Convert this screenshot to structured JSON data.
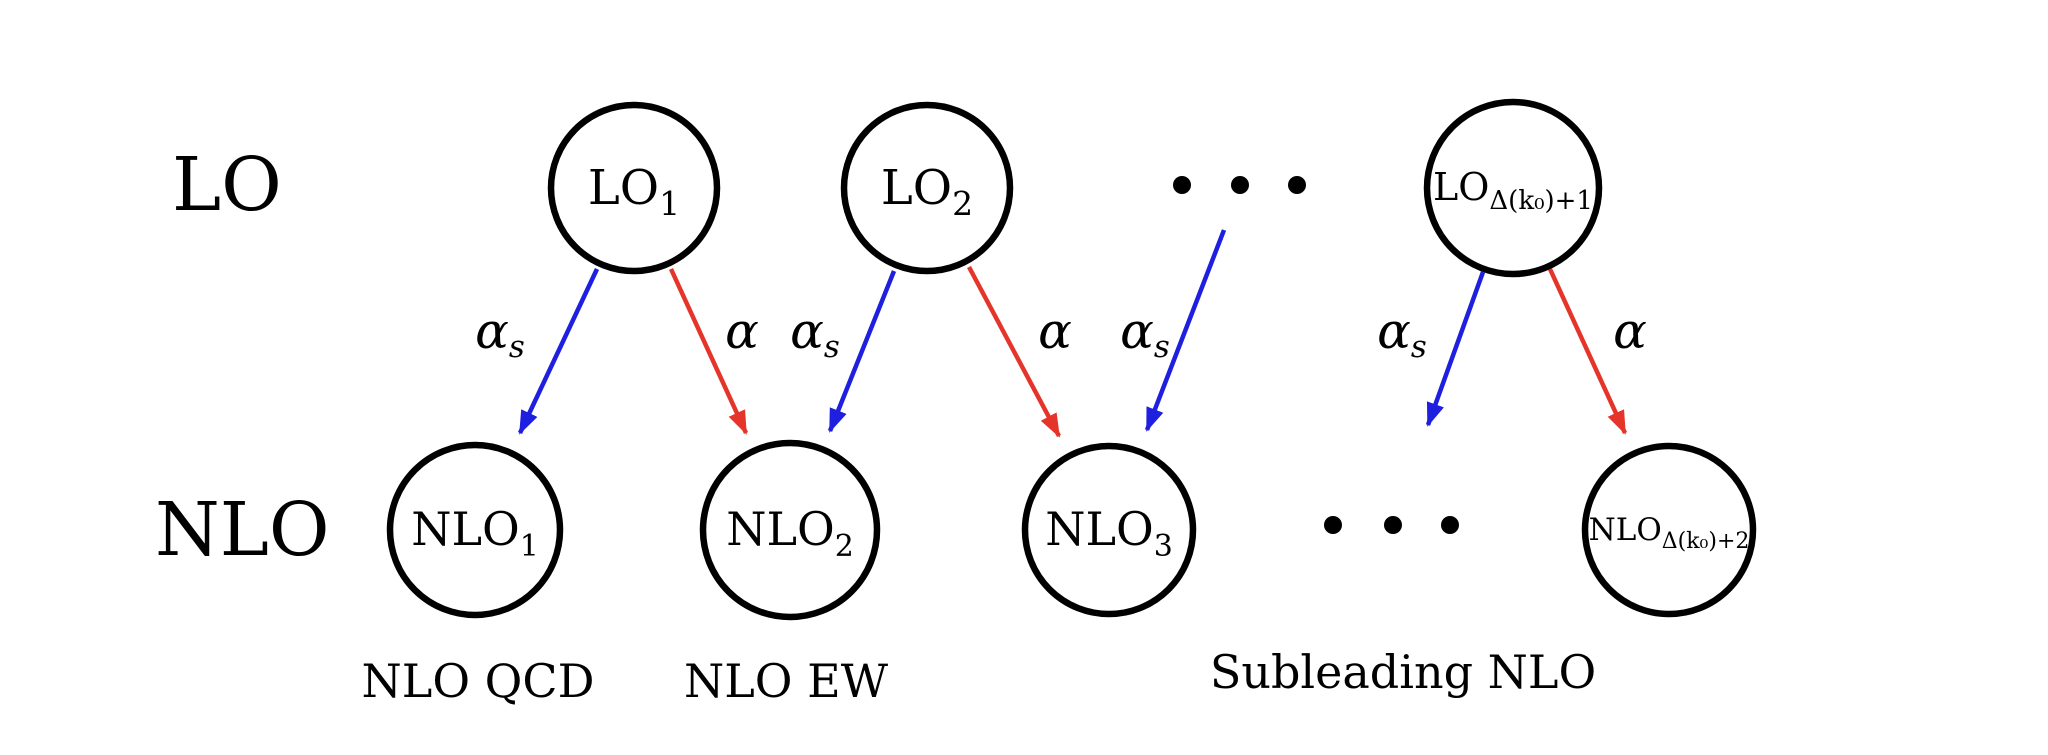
{
  "row_labels": {
    "top": "LO",
    "bottom": "NLO"
  },
  "lo_nodes": [
    {
      "base": "LO",
      "sub": "1"
    },
    {
      "base": "LO",
      "sub": "2"
    },
    {
      "base": "LO",
      "sub": "Δ(k₀)+1"
    }
  ],
  "nlo_nodes": [
    {
      "base": "NLO",
      "sub": "1"
    },
    {
      "base": "NLO",
      "sub": "2"
    },
    {
      "base": "NLO",
      "sub": "3"
    },
    {
      "base": "NLO",
      "sub": "Δ(k₀)+2"
    }
  ],
  "ellipsis": {
    "top": "⋯",
    "bottom": "⋯"
  },
  "arrows": [
    {
      "from": "LO₁",
      "to": "NLO₁",
      "label": "α",
      "sub": "s",
      "color": "#1f1fe0"
    },
    {
      "from": "LO₁",
      "to": "NLO₂",
      "label": "α",
      "sub": "",
      "color": "#e5352b"
    },
    {
      "from": "LO₂",
      "to": "NLO₂",
      "label": "α",
      "sub": "s",
      "color": "#1f1fe0"
    },
    {
      "from": "LO₂",
      "to": "NLO₃",
      "label": "α",
      "sub": "",
      "color": "#e5352b"
    },
    {
      "from": "⋯",
      "to": "NLO₃",
      "label": "α",
      "sub": "s",
      "color": "#1f1fe0"
    },
    {
      "from": "LO_Δ(k₀)+1",
      "to": "⋯",
      "label": "α",
      "sub": "s",
      "color": "#1f1fe0"
    },
    {
      "from": "LO_Δ(k₀)+1",
      "to": "NLO_Δ(k₀)+2",
      "label": "α",
      "sub": "",
      "color": "#e5352b"
    }
  ],
  "captions": [
    {
      "text": "NLO QCD"
    },
    {
      "text": "NLO EW"
    },
    {
      "text": "Subleading NLO"
    }
  ],
  "colors": {
    "alpha_s_blue": "#1f1fe0",
    "alpha_red": "#e5352b",
    "node_stroke": "#000000",
    "background": "#ffffff"
  }
}
